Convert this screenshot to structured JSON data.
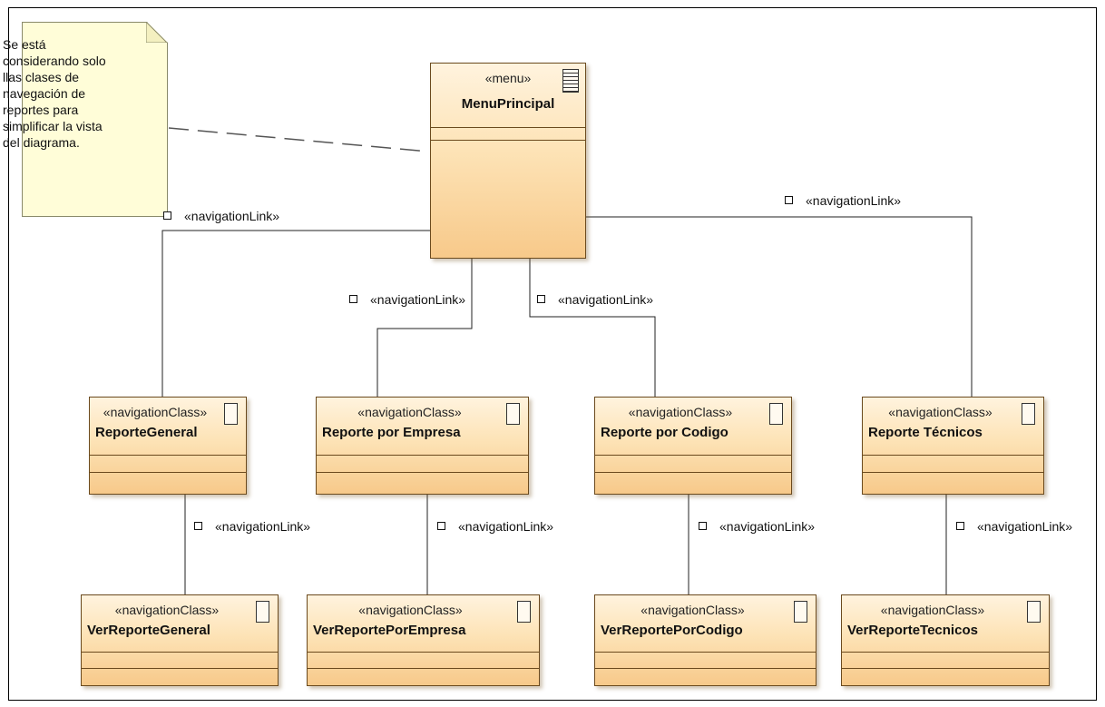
{
  "note": {
    "lines": [
      "Se está",
      "considerando solo",
      "llas clases de",
      "navegación de",
      "reportes para",
      "simplificar la vista",
      "del diagrama."
    ]
  },
  "menu": {
    "stereotype": "«menu»",
    "name": "MenuPrincipal"
  },
  "classes": [
    {
      "stereotype": "«navigationClass»",
      "name": "ReporteGeneral"
    },
    {
      "stereotype": "«navigationClass»",
      "name": "Reporte por Empresa"
    },
    {
      "stereotype": "«navigationClass»",
      "name": "Reporte por Codigo"
    },
    {
      "stereotype": "«navigationClass»",
      "name": "Reporte Técnicos"
    },
    {
      "stereotype": "«navigationClass»",
      "name": "VerReporteGeneral"
    },
    {
      "stereotype": "«navigationClass»",
      "name": "VerReportePorEmpresa"
    },
    {
      "stereotype": "«navigationClass»",
      "name": "VerReportePorCodigo"
    },
    {
      "stereotype": "«navigationClass»",
      "name": "VerReporteTecnicos"
    }
  ],
  "links": [
    "«navigationLink»",
    "«navigationLink»",
    "«navigationLink»",
    "«navigationLink»",
    "«navigationLink»",
    "«navigationLink»",
    "«navigationLink»",
    "«navigationLink»"
  ]
}
